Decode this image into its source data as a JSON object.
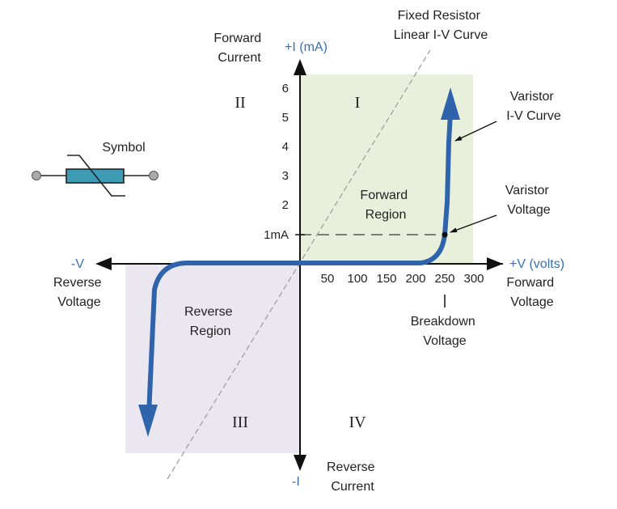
{
  "colors": {
    "forward_region_fill": "#e8f0dc",
    "reverse_region_fill": "#ebe7f1",
    "curve": "#2f64ad",
    "axis": "#111111",
    "axis_label_blue": "#3a6fb0",
    "resistor_body": "#3d9bb4"
  },
  "axes": {
    "x_pos": "+V (volts)",
    "x_neg": "-V",
    "y_pos": "+I (mA)",
    "y_neg": "-I"
  },
  "x_ticks": [
    "50",
    "100",
    "150",
    "200",
    "250",
    "300"
  ],
  "y_ticks": [
    "1mA",
    "2",
    "3",
    "4",
    "5",
    "6"
  ],
  "quadrants": [
    "I",
    "II",
    "III",
    "IV"
  ],
  "labels": {
    "forward_current": [
      "Forward",
      "Current"
    ],
    "reverse_current": [
      "Reverse",
      "Current"
    ],
    "forward_voltage": [
      "Forward",
      "Voltage"
    ],
    "reverse_voltage": [
      "Reverse",
      "Voltage"
    ],
    "forward_region": [
      "Forward",
      "Region"
    ],
    "reverse_region": [
      "Reverse",
      "Region"
    ],
    "fixed_resistor": [
      "Fixed Resistor",
      "Linear I-V Curve"
    ],
    "varistor_curve": [
      "Varistor",
      "I-V Curve"
    ],
    "varistor_voltage": [
      "Varistor",
      "Voltage"
    ],
    "breakdown_voltage": [
      "Breakdown",
      "Voltage"
    ],
    "symbol": "Symbol"
  }
}
